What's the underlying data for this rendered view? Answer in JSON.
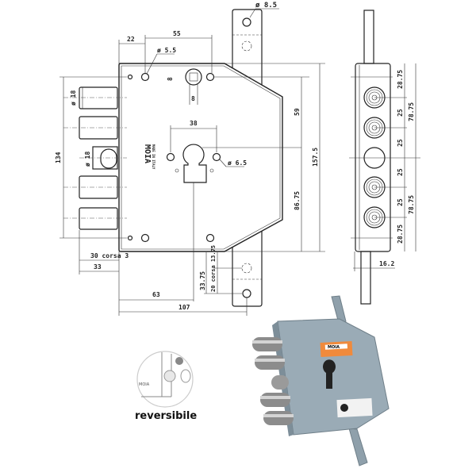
{
  "title": "Serratura MOIA - disegno tecnico",
  "front_view": {
    "dimensions": {
      "hole_faceplate": "ø 8.5",
      "d22": "22",
      "d55": "55",
      "hole_fixing": "ø 5.5",
      "spindle": "8",
      "spindle2": "8",
      "bolt_diameter": "ø 18",
      "latch_diameter": "ø 18",
      "d38": "38",
      "hole_cylinder": "ø 6.5",
      "d134": "134",
      "d59": "59",
      "d86_75": "86.75",
      "d157_5": "157.5",
      "throw": "30 corsa 3",
      "d33": "33",
      "d63": "63",
      "d107": "107",
      "d33_75": "33.75",
      "latch_throw": "20 corsa 13.75"
    },
    "logo": "MOIA",
    "logo_sub": "MADE IN ITALY"
  },
  "side_view": {
    "dimensions": [
      "28.75",
      "25",
      "25",
      "25",
      "25",
      "28.75"
    ],
    "totals": [
      "78.75",
      "78.75"
    ],
    "thickness": "16.2"
  },
  "reversible": {
    "label": "reversibile",
    "logo": "MOIA"
  },
  "photo": {
    "label_logo": "MOIA"
  },
  "colors": {
    "lock_body": "#9aabb6",
    "label_orange": "#f08a3c",
    "bolt": "#8c8c8c"
  }
}
